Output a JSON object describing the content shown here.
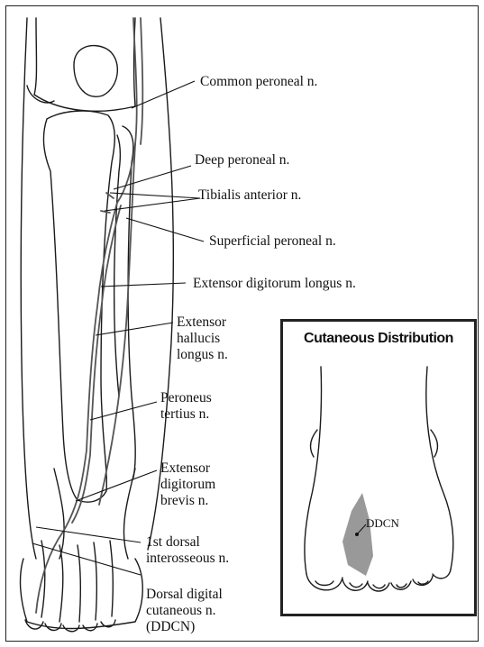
{
  "labels": {
    "common_peroneal": "Common peroneal n.",
    "deep_peroneal": "Deep peroneal n.",
    "tibialis_anterior": "Tibialis anterior n.",
    "superficial_peroneal": "Superficial peroneal n.",
    "ext_dig_longus": "Extensor digitorum longus n.",
    "ext_hallucis": [
      "Extensor",
      "hallucis",
      "longus n."
    ],
    "peroneus_tertius": [
      "Peroneus",
      "tertius n."
    ],
    "ext_dig_brevis": [
      "Extensor",
      "digitorum",
      "brevis n."
    ],
    "first_dorsal": [
      "1st dorsal",
      "interosseous n."
    ],
    "dorsal_digital": [
      "Dorsal digital",
      "cutaneous n.",
      "(DDCN)"
    ]
  },
  "inset": {
    "title": "Cutaneous Distribution",
    "region_label": "DDCN",
    "region_color": "#999999"
  }
}
